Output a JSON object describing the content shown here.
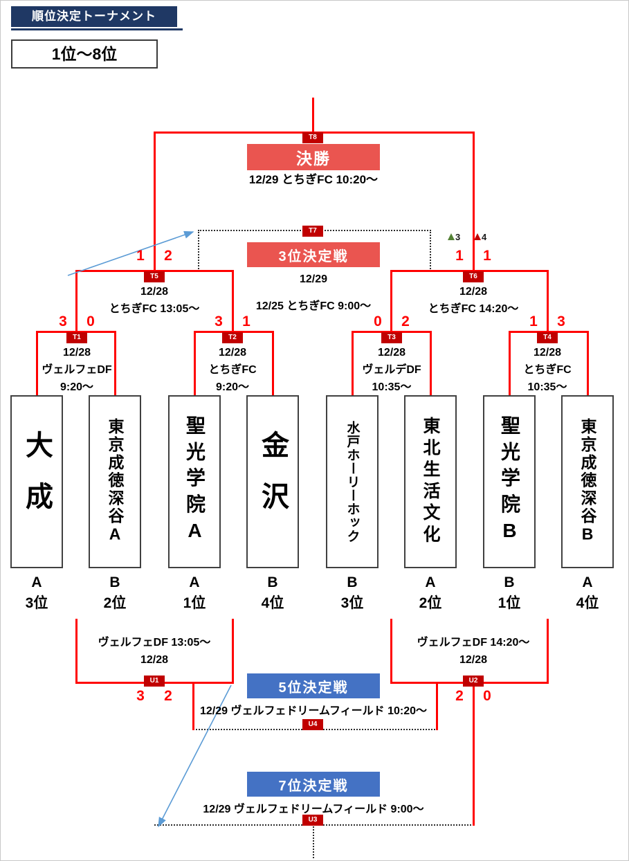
{
  "header": {
    "title": "順位決定トーナメント",
    "subtitle": "1位～8位"
  },
  "bracket": {
    "final": {
      "tag": "T8",
      "title": "決勝",
      "info": "12/29 とちぎFC 10:20～"
    },
    "third_place": {
      "tag": "T7",
      "title": "3位決定戦",
      "date": "12/29",
      "info": "12/25 とちぎFC 9:00～"
    },
    "semifinals": [
      {
        "tag": "T5",
        "date": "12/28",
        "venue": "とちぎFC 13:05～",
        "score_left": "1",
        "score_right": "2"
      },
      {
        "tag": "T6",
        "date": "12/28",
        "venue": "とちぎFC 14:20～",
        "score_left": "1",
        "score_right": "1",
        "pk_left": "3",
        "pk_right": "4"
      }
    ],
    "quarterfinals": [
      {
        "tag": "T1",
        "date": "12/28",
        "venue": "ヴェルフェDF",
        "time": "9:20～",
        "score_left": "3",
        "score_right": "0"
      },
      {
        "tag": "T2",
        "date": "12/28",
        "venue": "とちぎFC",
        "time": "9:20～",
        "score_left": "3",
        "score_right": "1"
      },
      {
        "tag": "T3",
        "date": "12/28",
        "venue": "ヴェルデDF",
        "time": "10:35～",
        "score_left": "0",
        "score_right": "2"
      },
      {
        "tag": "T4",
        "date": "12/28",
        "venue": "とちぎFC",
        "time": "10:35～",
        "score_left": "1",
        "score_right": "3"
      }
    ],
    "consolation": [
      {
        "tag": "U1",
        "venue": "ヴェルフェDF 13:05～",
        "date": "12/28",
        "score_left": "3",
        "score_right": "2"
      },
      {
        "tag": "U2",
        "venue": "ヴェルフェDF 14:20～",
        "date": "12/28",
        "score_left": "2",
        "score_right": "0"
      }
    ],
    "fifth_place": {
      "tag": "U4",
      "title": "5位決定戦",
      "info": "12/29 ヴェルフェドリームフィールド 10:20～"
    },
    "seventh_place": {
      "tag": "U3",
      "title": "7位決定戦",
      "info": "12/29 ヴェルフェドリームフィールド 9:00～"
    }
  },
  "teams": [
    {
      "name": "大成",
      "group": "A",
      "seed": "3位"
    },
    {
      "name": "東京成徳深谷A",
      "group": "B",
      "seed": "2位"
    },
    {
      "name": "聖光学院A",
      "group": "A",
      "seed": "1位"
    },
    {
      "name": "金沢",
      "group": "B",
      "seed": "4位"
    },
    {
      "name": "水戸ホーリーホック",
      "group": "B",
      "seed": "3位"
    },
    {
      "name": "東北生活文化",
      "group": "A",
      "seed": "2位"
    },
    {
      "name": "聖光学院B",
      "group": "B",
      "seed": "1位"
    },
    {
      "name": "東京成徳深谷B",
      "group": "A",
      "seed": "4位"
    }
  ],
  "colors": {
    "navy": "#1f3864",
    "line_red": "#ff0000",
    "tag_red": "#c00000",
    "match_box_red": "#ea5550",
    "match_box_blue": "#4472c4",
    "arrow_blue": "#5b9bd5",
    "pk_mark_green": "#538135",
    "pk_mark_red": "#c00000"
  }
}
